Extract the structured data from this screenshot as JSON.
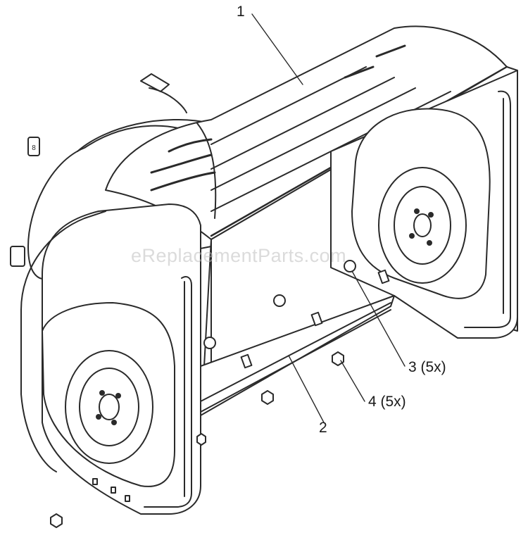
{
  "diagram": {
    "watermark": "eReplacementParts.com",
    "callouts": [
      {
        "id": "1",
        "label": "1"
      },
      {
        "id": "2",
        "label": "2"
      },
      {
        "id": "3",
        "label": "3 (5x)"
      },
      {
        "id": "4",
        "label": "4 (5x)"
      }
    ],
    "colors": {
      "line": "#2a2a2a",
      "fill": "#ffffff",
      "shade": "#e8e8e8",
      "watermark": "#bebebe"
    }
  }
}
